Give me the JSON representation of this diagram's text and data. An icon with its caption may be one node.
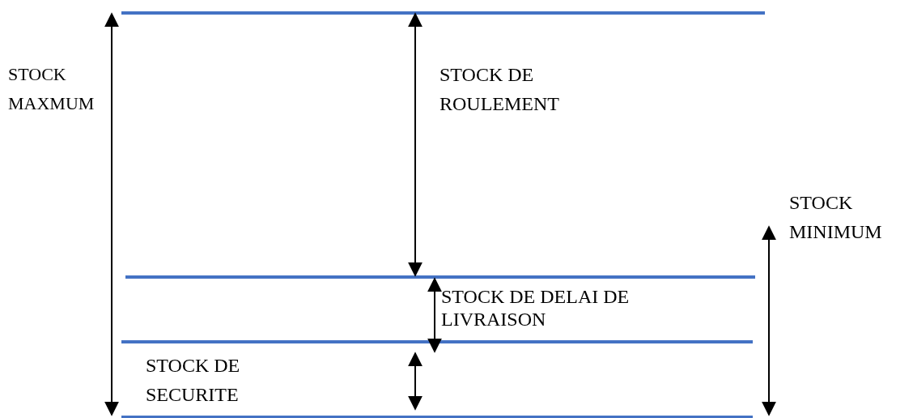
{
  "diagram": {
    "labels": [
      "STOCK MAXMUM",
      "STOCK DE ROULEMENT",
      "STOCK MINIMUM",
      "STOCK DE DELAI DE LIVRAISON",
      "STOCK DE SECURITE"
    ]
  }
}
